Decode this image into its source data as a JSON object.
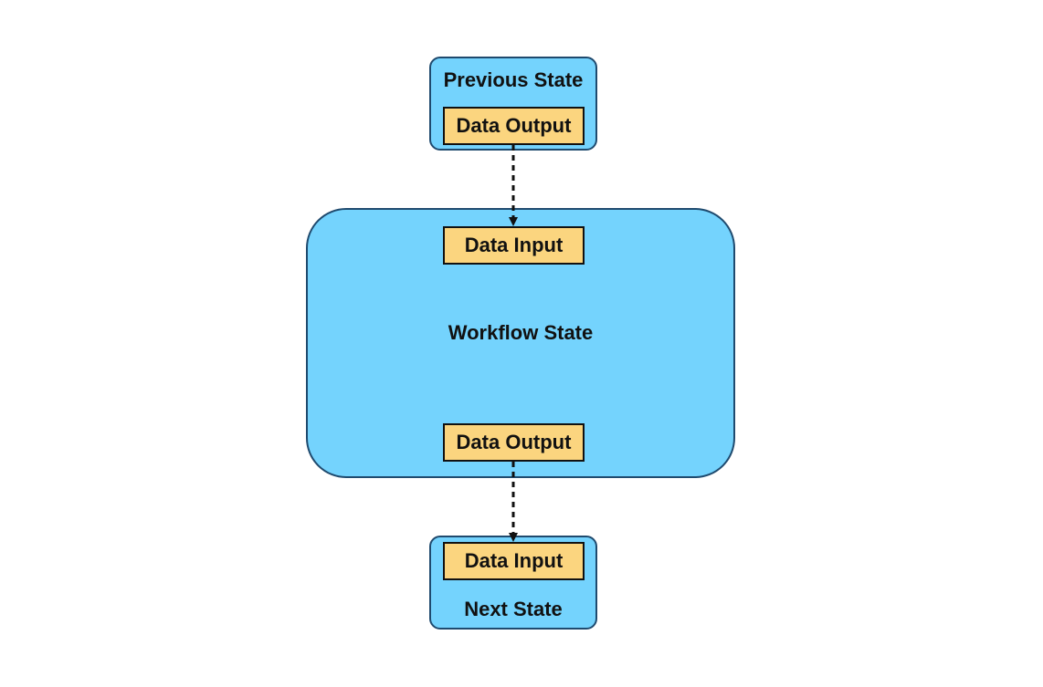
{
  "diagram": {
    "previous_state": {
      "title": "Previous State",
      "output_label": "Data Output"
    },
    "workflow_state": {
      "title": "Workflow State",
      "input_label": "Data Input",
      "output_label": "Data Output"
    },
    "next_state": {
      "title": "Next State",
      "input_label": "Data Input"
    },
    "colors": {
      "state_fill": "#74d3fd",
      "port_fill": "#fbd57f",
      "connector": "#111111"
    }
  }
}
